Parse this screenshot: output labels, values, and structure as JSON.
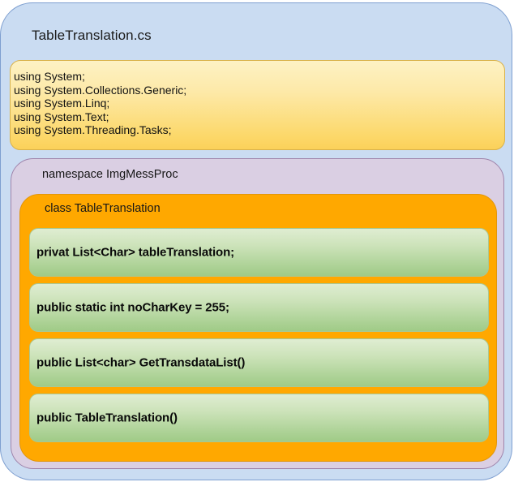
{
  "file": {
    "name": "TableTranslation.cs",
    "color": "#cadcf2",
    "border_color": "#7e9fd0"
  },
  "usings": {
    "color": "#fde9a8",
    "border_color": "#d9b24a",
    "lines": [
      "using System;",
      "using System.Collections.Generic;",
      "using System.Linq;",
      "using System.Text;",
      "using System.Threading.Tasks;"
    ]
  },
  "namespace": {
    "label": "namespace ImgMessProc",
    "color": "#dacfe3",
    "border_color": "#9f84ab"
  },
  "class": {
    "label": "class TableTranslation",
    "color": "#ffa800",
    "border_color": "#e2960a",
    "members": [
      {
        "label": "privat List<Char> tableTranslation;"
      },
      {
        "label": "public static int noCharKey = 255;"
      },
      {
        "label": "public List<char> GetTransdataList()"
      },
      {
        "label": "public TableTranslation()"
      }
    ],
    "member_color": "#a9d092",
    "member_border_color": "#a9c893"
  }
}
